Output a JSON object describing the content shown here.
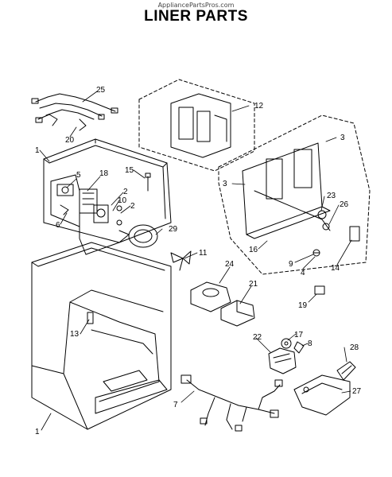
{
  "header": {
    "site": "AppliancePartsPros.com",
    "title": "LINER PARTS"
  },
  "callouts": {
    "p1_top": "1",
    "p1_bottom": "1",
    "p2a": "2",
    "p2b": "2",
    "p3a": "3",
    "p3b": "3",
    "p4": "4",
    "p5": "5",
    "p6": "6",
    "p7": "7",
    "p8": "8",
    "p9": "9",
    "p10": "10",
    "p11": "11",
    "p12": "12",
    "p13": "13",
    "p14": "14",
    "p15": "15",
    "p16": "16",
    "p17": "17",
    "p18": "18",
    "p19": "19",
    "p20": "20",
    "p21": "21",
    "p22": "22",
    "p23": "23",
    "p24": "24",
    "p25": "25",
    "p26": "26",
    "p27": "27",
    "p28": "28",
    "p29": "29"
  }
}
